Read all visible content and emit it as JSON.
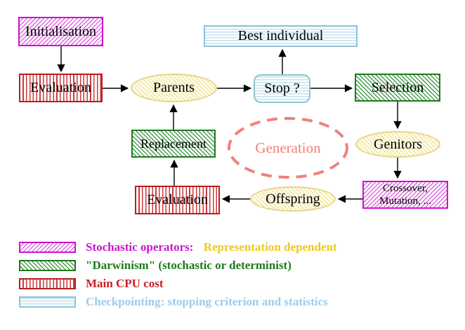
{
  "diagram": {
    "nodes": {
      "initialisation": {
        "label": "Initialisation",
        "style": "magenta-diagonal-hatch"
      },
      "evaluation_top": {
        "label": "Evaluation",
        "style": "red-vertical-stripes"
      },
      "parents": {
        "label": "Parents",
        "style": "yellow-hatch-ellipse"
      },
      "stop": {
        "label": "Stop ?",
        "style": "cyan-horizontal-stripes-rounded"
      },
      "best_individual": {
        "label": "Best individual",
        "style": "cyan-horizontal-stripes"
      },
      "selection": {
        "label": "Selection",
        "style": "green-diagonal-hatch"
      },
      "genitors": {
        "label": "Genitors",
        "style": "yellow-hatch-ellipse"
      },
      "crossover_mutation": {
        "line1": "Crossover,",
        "line2": "Mutation, ...",
        "style": "magenta-diagonal-hatch"
      },
      "offspring": {
        "label": "Offspring",
        "style": "yellow-hatch-ellipse"
      },
      "evaluation_bottom": {
        "label": "Evaluation",
        "style": "red-vertical-stripes"
      },
      "replacement": {
        "label": "Replacement",
        "style": "green-diagonal-hatch"
      },
      "generation": {
        "label": "Generation",
        "style": "salmon-dashed-ellipse"
      }
    },
    "edges": [
      {
        "from": "initialisation",
        "to": "evaluation_top"
      },
      {
        "from": "evaluation_top",
        "to": "parents"
      },
      {
        "from": "parents",
        "to": "stop"
      },
      {
        "from": "stop",
        "to": "best_individual"
      },
      {
        "from": "stop",
        "to": "selection"
      },
      {
        "from": "selection",
        "to": "genitors"
      },
      {
        "from": "genitors",
        "to": "crossover_mutation"
      },
      {
        "from": "crossover_mutation",
        "to": "offspring"
      },
      {
        "from": "offspring",
        "to": "evaluation_bottom"
      },
      {
        "from": "evaluation_bottom",
        "to": "replacement"
      },
      {
        "from": "replacement",
        "to": "parents"
      }
    ],
    "colors": {
      "magenta": "#cc14cc",
      "green": "#1e7a1e",
      "red": "#b42020",
      "cyan_blue": "#8fc2d6",
      "yellow_border": "#e4d688",
      "salmon": "#f08080",
      "gold_text": "#f0c818",
      "legend_cyan_text": "#9ccde8",
      "black": "#000000",
      "background": "#ffffff"
    }
  },
  "legend": {
    "rows": [
      {
        "swatch": "magenta-diagonal-hatch",
        "text": "Stochastic operators:",
        "text2": "Representation dependent"
      },
      {
        "swatch": "green-diagonal-hatch",
        "text": "\"Darwinism\" (stochastic or determinist)"
      },
      {
        "swatch": "red-vertical-stripes",
        "text": "Main CPU cost"
      },
      {
        "swatch": "cyan-horizontal-stripes",
        "text": "Checkpointing: stopping criterion and statistics"
      }
    ]
  }
}
